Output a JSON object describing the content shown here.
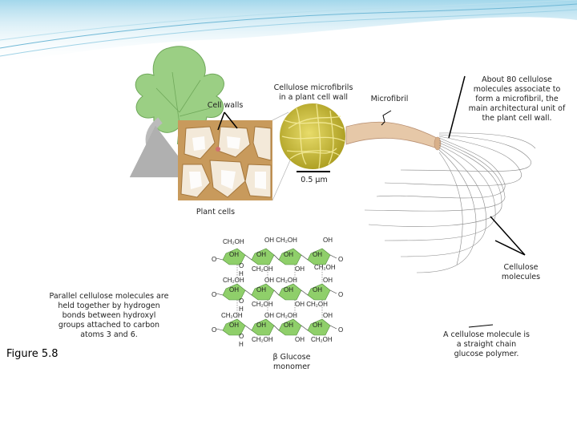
{
  "figure": {
    "label": "Figure 5.8"
  },
  "labels": {
    "cell_walls": "Cell walls",
    "microfibrils_in_wall": "Cellulose microfibrils in a plant cell wall",
    "microfibril": "Microfibril",
    "microfibril_note": "About 80 cellulose molecules associate to form a microfibril, the main architectural unit of the plant cell wall.",
    "scale_bar": "0.5 µm",
    "plant_cells": "Plant cells",
    "cellulose_molecules": "Cellulose molecules",
    "parallel_note": "Parallel cellulose molecules are held together by hydrogen bonds between hydroxyl groups attached to carbon atoms 3 and 6.",
    "glucose_monomer": "β Glucose monomer",
    "straight_chain_note": "A cellulose molecule is a straight chain glucose polymer."
  },
  "colors": {
    "banner": "#bfe3f2",
    "leaf": "#9bcf84",
    "cell_wall": "#c89a5c",
    "cell_interior": "#f3e9d9",
    "microfibril_disc": "#d4c43a",
    "glucose_ring": "#8fcf6a",
    "fibril": "#e6c8a8"
  }
}
